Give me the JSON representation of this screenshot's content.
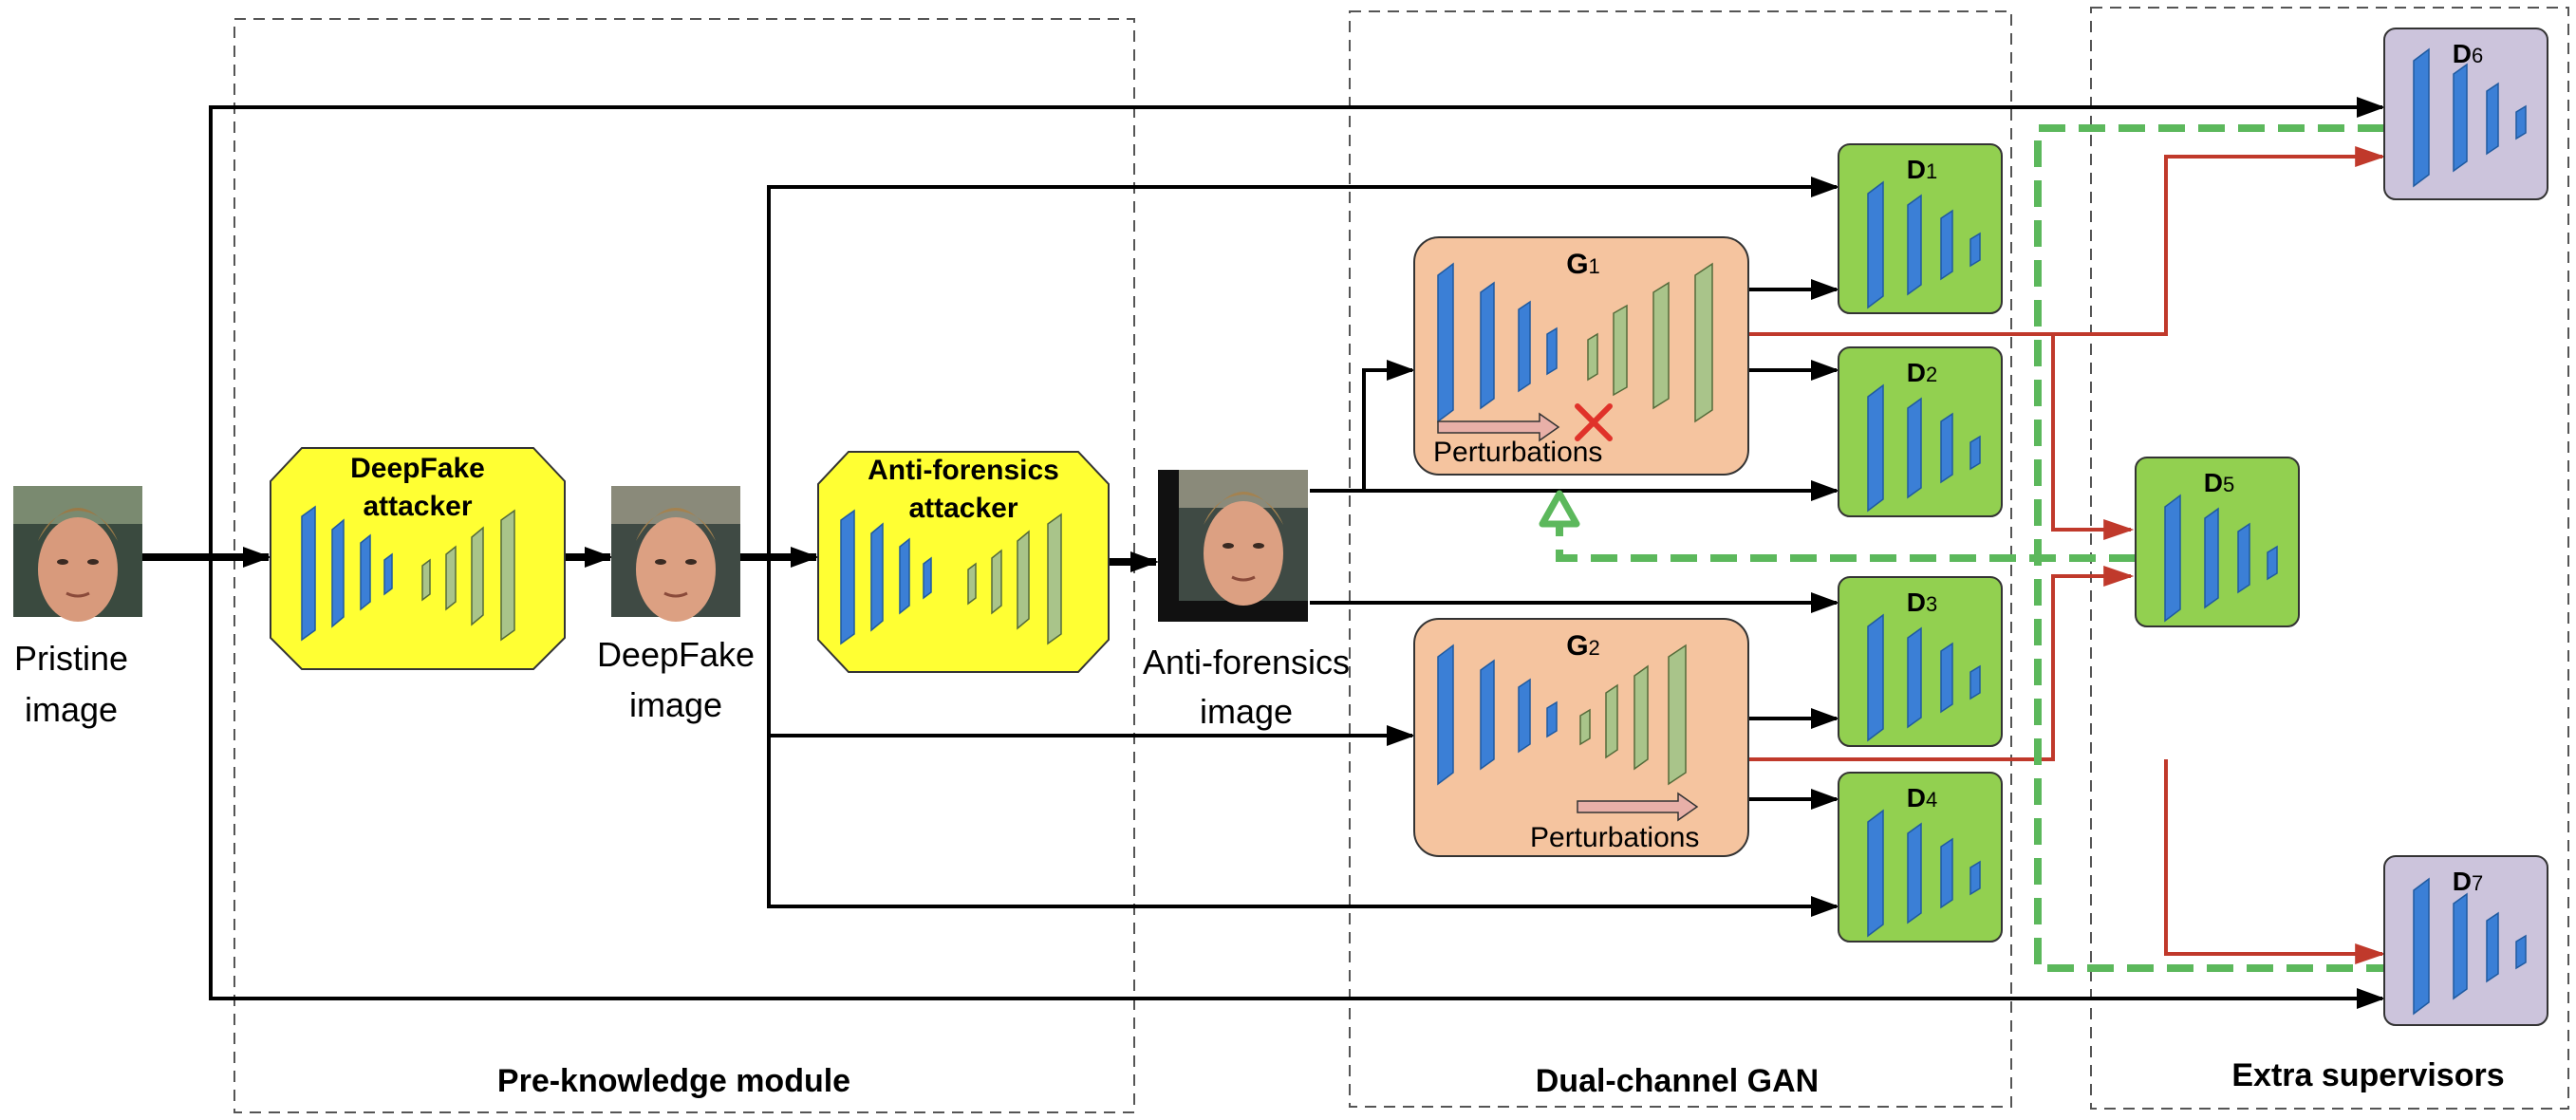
{
  "labels": {
    "pristine": [
      "Pristine",
      "image"
    ],
    "deepfake": [
      "DeepFake",
      "image"
    ],
    "antiforensics": [
      "Anti-forensics",
      "image"
    ]
  },
  "modules": {
    "pre_knowledge": "Pre-knowledge module",
    "dual_gan": "Dual-channel GAN",
    "extra_supervisors": "Extra supervisors"
  },
  "attackers": {
    "deepfake": [
      "DeepFake",
      "attacker"
    ],
    "antiforensics": [
      "Anti-forensics",
      "attacker"
    ]
  },
  "generators": {
    "g1": {
      "letter": "G",
      "index": "1",
      "perturbation": "Perturbations"
    },
    "g2": {
      "letter": "G",
      "index": "2",
      "perturbation": "Perturbations"
    }
  },
  "discriminators": [
    {
      "id": "d1",
      "letter": "D",
      "index": "1"
    },
    {
      "id": "d2",
      "letter": "D",
      "index": "2"
    },
    {
      "id": "d3",
      "letter": "D",
      "index": "3"
    },
    {
      "id": "d4",
      "letter": "D",
      "index": "4"
    },
    {
      "id": "d5",
      "letter": "D",
      "index": "5"
    },
    {
      "id": "d6",
      "letter": "D",
      "index": "6"
    },
    {
      "id": "d7",
      "letter": "D",
      "index": "7"
    }
  ],
  "colors": {
    "attacker_fill": "#ffff33",
    "generator_fill": "#f5c49f",
    "discriminator_fill": "#92d050",
    "supervisor_fill": "#ccc4dc",
    "layer_blue": "#3b7fd6",
    "layer_green": "#a9c48a",
    "red_arrow": "#c0392b",
    "green_dashed": "#5cb85c"
  }
}
